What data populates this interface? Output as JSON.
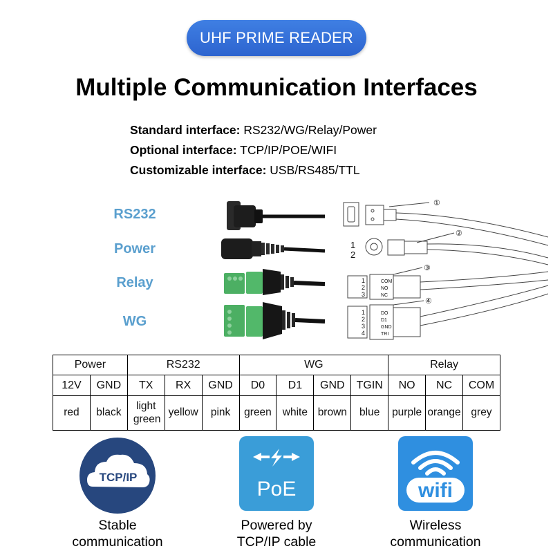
{
  "badge": "UHF PRIME READER",
  "headline": "Multiple Communication Interfaces",
  "specs": [
    {
      "label": "Standard interface:",
      "value": "RS232/WG/Relay/Power"
    },
    {
      "label": "Optional interface:",
      "value": "TCP/IP/POE/WIFI"
    },
    {
      "label": "Customizable interface:",
      "value": "USB/RS485/TTL"
    }
  ],
  "interfaces": [
    "RS232",
    "Power",
    "Relay",
    "WG"
  ],
  "diagram": {
    "callouts": [
      "①",
      "②",
      "③",
      "④"
    ],
    "power_pins": [
      "1",
      "2"
    ],
    "relay_pins": [
      "COM",
      "NO",
      "NC"
    ],
    "relay_nums": [
      "1",
      "2",
      "3"
    ],
    "wg_pins": [
      "DO",
      "D1",
      "GND",
      "TRI"
    ],
    "wg_nums": [
      "1",
      "2",
      "3",
      "4"
    ]
  },
  "table": {
    "groups": [
      "Power",
      "RS232",
      "WG",
      "Relay"
    ],
    "pins": [
      "12V",
      "GND",
      "TX",
      "RX",
      "GND",
      "D0",
      "D1",
      "GND",
      "TGIN",
      "NO",
      "NC",
      "COM"
    ],
    "colors": [
      "red",
      "black",
      "light green",
      "yellow",
      "pink",
      "green",
      "white",
      "brown",
      "blue",
      "purple",
      "orange",
      "grey"
    ]
  },
  "features": [
    {
      "icon": "TCP/IP",
      "caption_line1": "Stable",
      "caption_line2": "communication"
    },
    {
      "icon": "PoE",
      "caption_line1": "Powered by",
      "caption_line2": "TCP/IP cable"
    },
    {
      "icon": "wifi",
      "caption_line1": "Wireless",
      "caption_line2": "communication"
    }
  ]
}
